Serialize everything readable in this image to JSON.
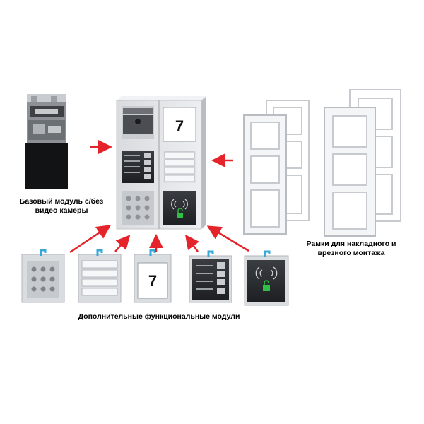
{
  "captions": {
    "base_module_line1": "Базовый модуль с/без",
    "base_module_line2": "видео камеры",
    "frames_line1": "Рамки для накладного и",
    "frames_line2": "врезного монтажа",
    "modules": "Дополнительные функциональные модули"
  },
  "display": {
    "number": "7"
  },
  "colors": {
    "panel_light": "#e2e4e7",
    "panel_side": "#b9bcc1",
    "module_dark": "#2a2d31",
    "arrow": "#e5232a",
    "lock_green": "#2fbf46",
    "clip_blue": "#36a9d8"
  }
}
